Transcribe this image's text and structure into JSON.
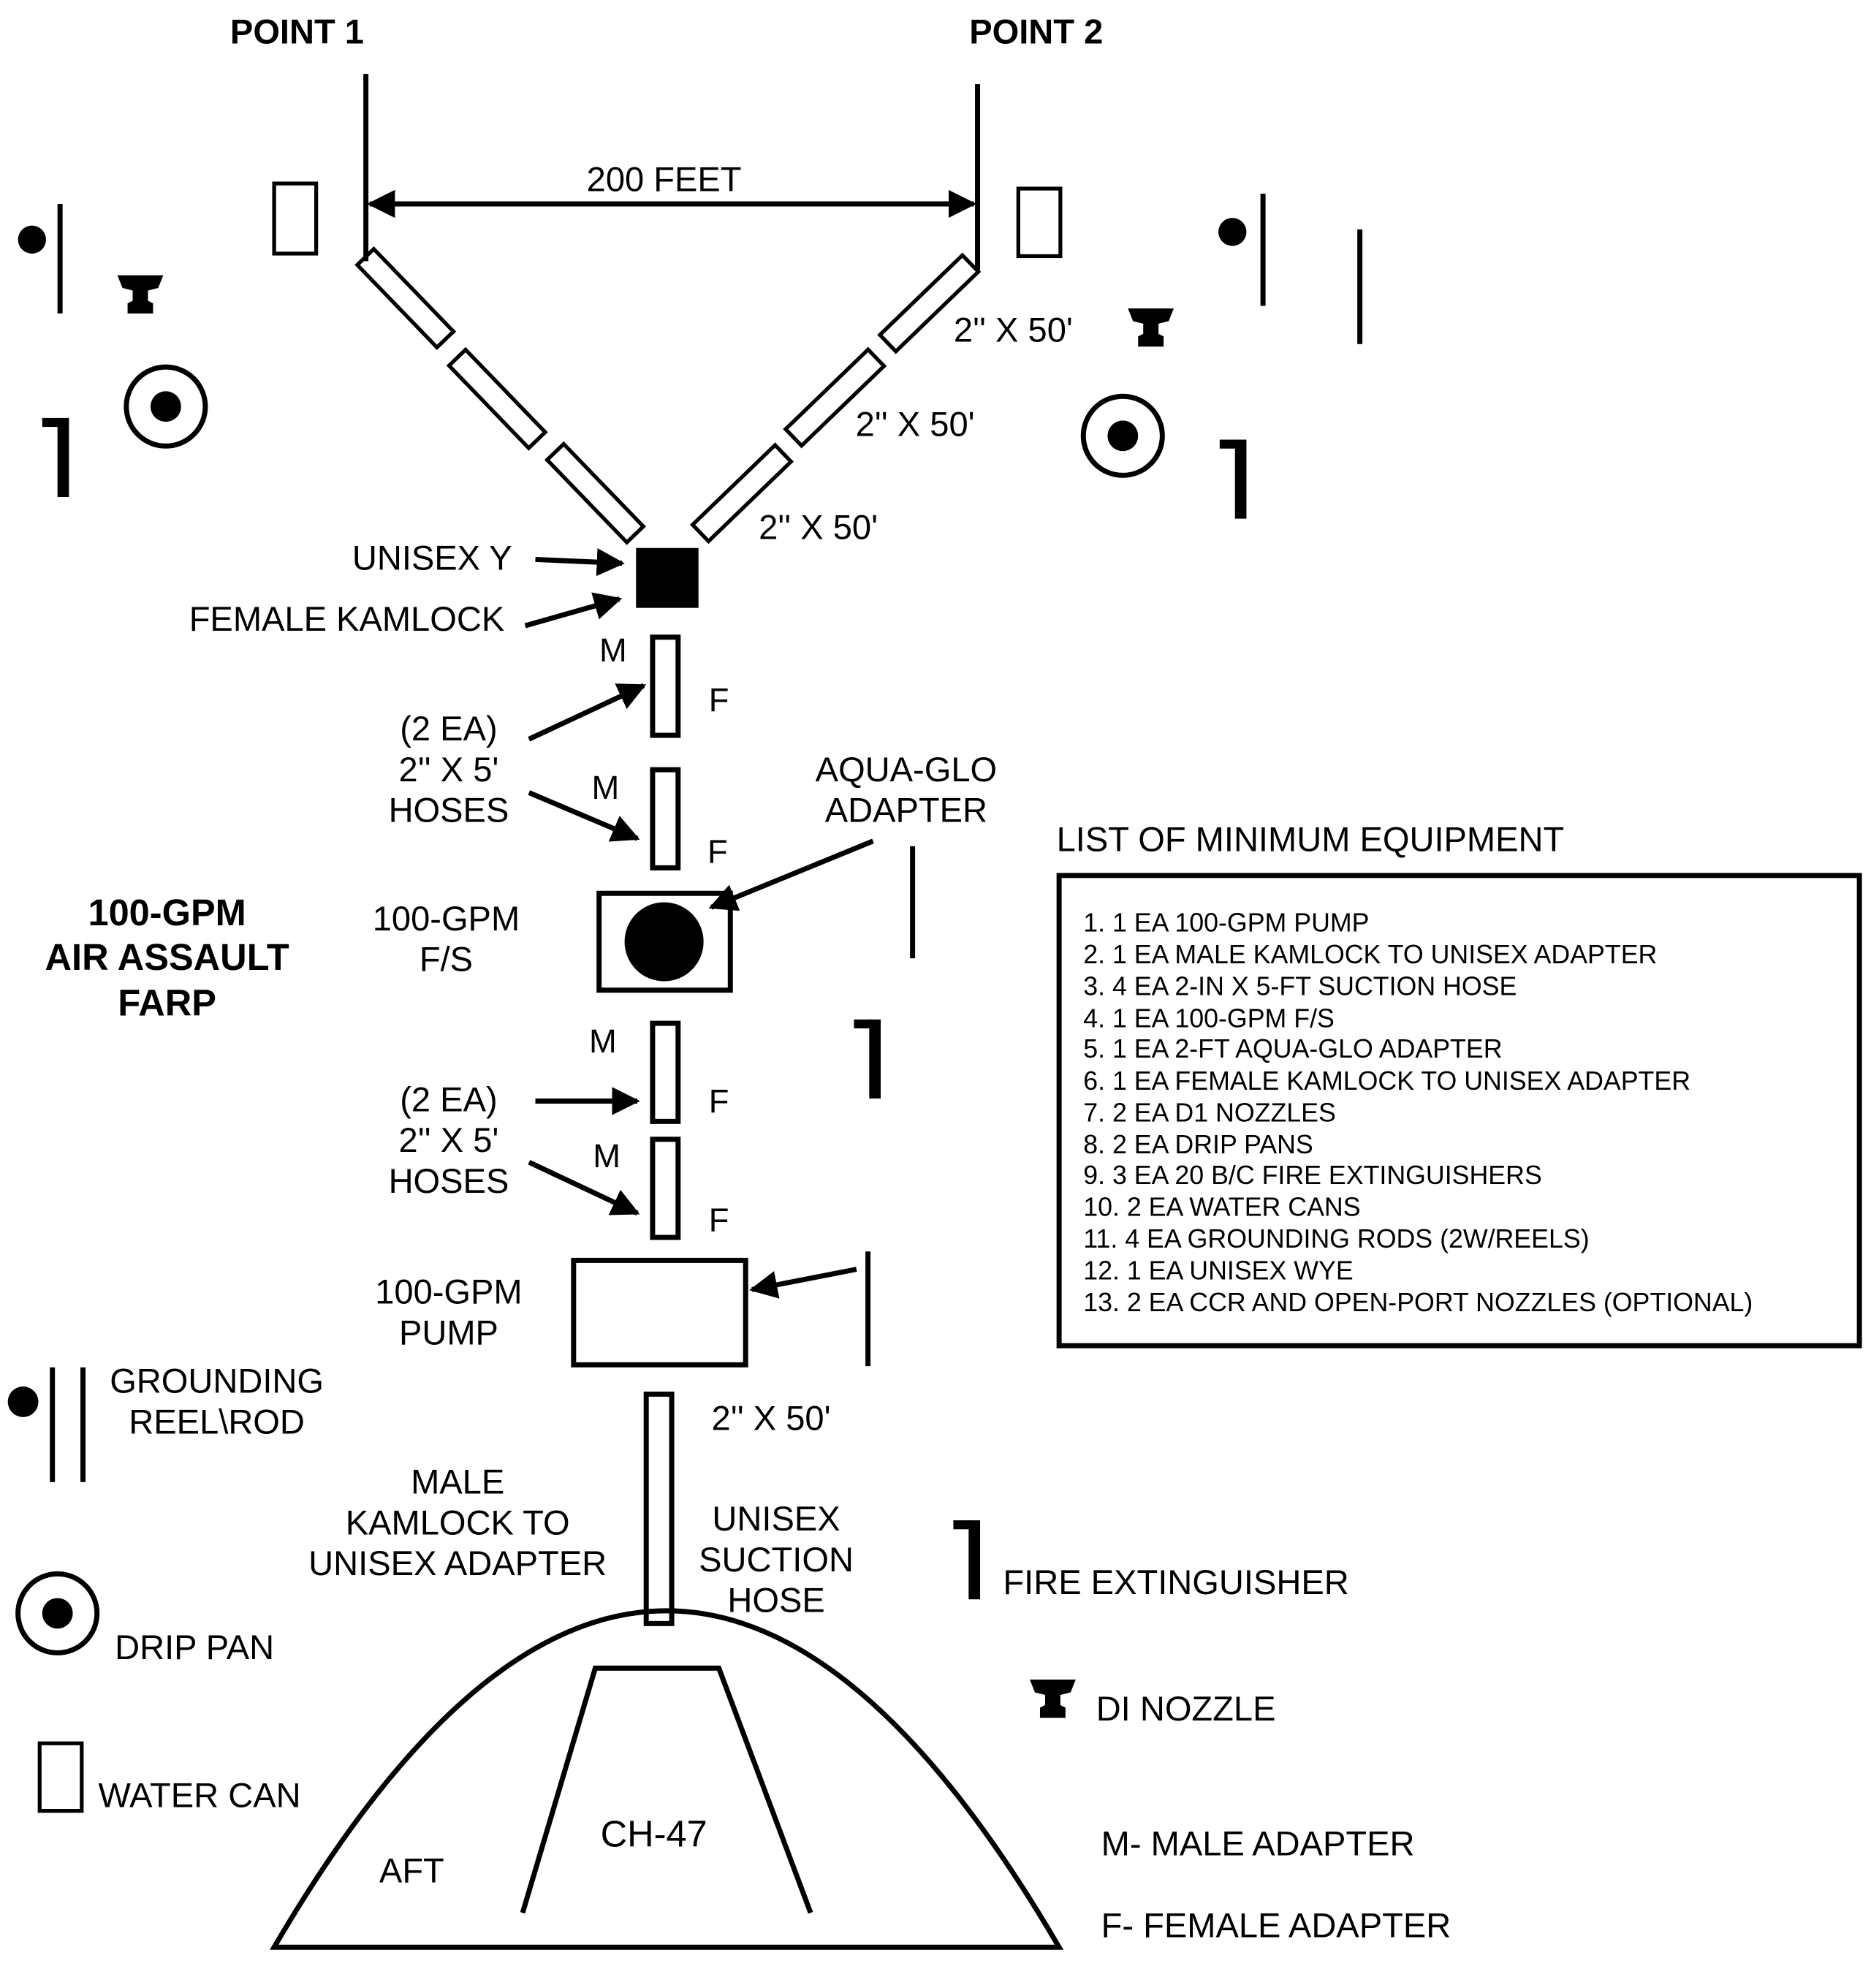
{
  "labels": {
    "point1": "POINT 1",
    "point2": "POINT 2",
    "distance": "200 FEET",
    "hose_r1": "2'' X 50'",
    "hose_r2": "2'' X 50'",
    "hose_r3": "2'' X 50'",
    "unisex_y": "UNISEX Y",
    "female_kamlock": "FEMALE KAMLOCK",
    "m1": "M",
    "f1": "F",
    "m2": "M",
    "f2": "F",
    "hoses_a": [
      "(2 EA)",
      "2'' X 5'",
      "HOSES"
    ],
    "aquaglo": [
      "AQUA-GLO",
      "ADAPTER"
    ],
    "fs": [
      "100-GPM",
      "F/S"
    ],
    "title": [
      "100-GPM",
      "AIR ASSAULT",
      "FARP"
    ],
    "m3": "M",
    "f3": "F",
    "m4": "M",
    "f4": "F",
    "hoses_b": [
      "(2 EA)",
      "2'' X 5'",
      "HOSES"
    ],
    "pump": [
      "100-GPM",
      "PUMP"
    ],
    "hose_bottom": "2'' X 50'",
    "male_kamlock": [
      "MALE",
      "KAMLOCK TO",
      "UNISEX ADAPTER"
    ],
    "unisex_suction": [
      "UNISEX",
      "SUCTION",
      "HOSE"
    ],
    "ch47": "CH-47",
    "aft": "AFT"
  },
  "equipment_list": {
    "title": "LIST OF MINIMUM EQUIPMENT",
    "items": [
      "1.  1 EA 100-GPM PUMP",
      "2.  1 EA MALE KAMLOCK TO UNISEX ADAPTER",
      "3.  4 EA 2-IN X 5-FT SUCTION HOSE",
      "4.  1 EA 100-GPM F/S",
      "5.  1 EA 2-FT AQUA-GLO ADAPTER",
      "6.  1 EA FEMALE KAMLOCK  TO UNISEX ADAPTER",
      "7.  2 EA D1 NOZZLES",
      "8.  2 EA DRIP PANS",
      "9.  3 EA 20 B/C FIRE EXTINGUISHERS",
      "10.  2 EA WATER CANS",
      "11.   4 EA GROUNDING RODS (2W/REELS)",
      "12.  1 EA UNISEX WYE",
      "13.  2 EA CCR AND OPEN-PORT NOZZLES (OPTIONAL)"
    ]
  },
  "legend": {
    "grounding": [
      "GROUNDING",
      "REEL\\ROD"
    ],
    "drip_pan": "DRIP PAN",
    "water_can": "WATER CAN",
    "fire_extinguisher": "FIRE EXTINGUISHER",
    "di_nozzle": "DI NOZZLE",
    "male": "M- MALE ADAPTER",
    "female": "F- FEMALE ADAPTER"
  },
  "icons": {
    "grounding_reel": "grounding-reel-rod-icon",
    "drip_pan": "drip-pan-icon",
    "water_can": "water-can-icon",
    "fire_extinguisher": "fire-extinguisher-icon",
    "di_nozzle": "di-nozzle-icon"
  },
  "colors": {
    "ink": "#000000",
    "paper": "#ffffff"
  }
}
